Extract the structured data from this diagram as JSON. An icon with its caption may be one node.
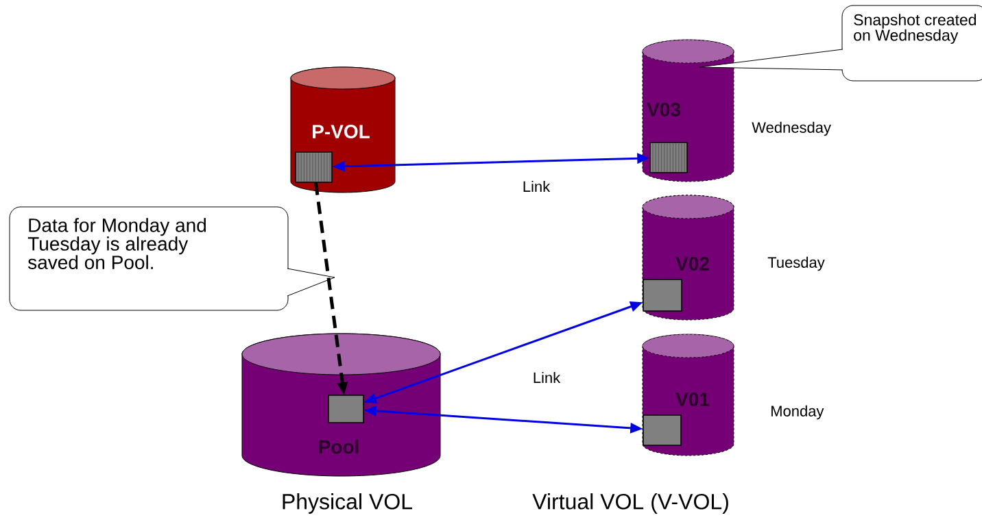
{
  "diagram": {
    "nodes": [
      {
        "text": [
          "P-VOL"
        ]
      },
      {
        "text": [],
        "shape": "box",
        "in": 0
      },
      {
        "text": [
          "V03"
        ],
        "beside": [
          "Wednesday"
        ]
      },
      {
        "text": [],
        "shape": "box",
        "in": 2
      },
      {
        "text": [
          "V02"
        ],
        "beside": [
          "Tuesday"
        ]
      },
      {
        "text": [],
        "shape": "box",
        "in": 4
      },
      {
        "text": [
          "V01"
        ],
        "beside": [
          "Monday"
        ]
      },
      {
        "text": [],
        "shape": "box",
        "in": 6
      },
      {
        "text": [
          "Pool"
        ]
      },
      {
        "text": [],
        "shape": "box",
        "in": 8
      },
      {
        "text": [
          "Snapshot created on Wednesday"
        ]
      },
      {
        "text": [
          "Data for Monday and Tuesday is already saved on Pool."
        ]
      }
    ],
    "edges": [
      {
        "from": 3,
        "to": 1,
        "arrow": "both",
        "label": "Link"
      },
      {
        "from": 1,
        "to": 9,
        "arrow": "to",
        "style": "dashed",
        "color": "#000000"
      },
      {
        "from": 9,
        "to": 5,
        "arrow": "both"
      },
      {
        "from": 9,
        "to": 7,
        "arrow": "both",
        "label": "Link"
      }
    ],
    "labels": [
      "Physical VOL",
      "Virtual VOL (V-VOL)"
    ]
  }
}
